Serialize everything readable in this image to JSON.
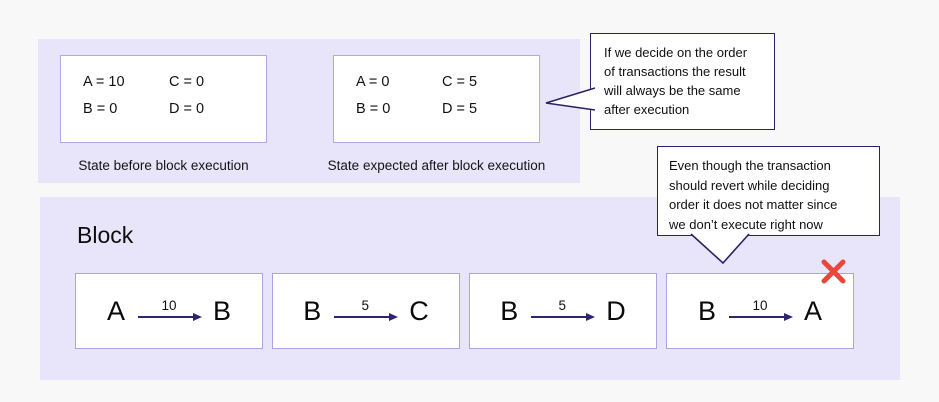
{
  "page": {
    "background": "#f8f8f9"
  },
  "colors": {
    "panel": "#e8e4f9",
    "card_border": "#b1a9e0",
    "callout_border": "#2d2166",
    "arrow": "#2e2472",
    "reject_x": "#e8483b"
  },
  "states_section": {
    "cards": [
      {
        "values": [
          "A = 10",
          "C = 0",
          "B = 0",
          "D = 0"
        ],
        "caption": "State before block execution"
      },
      {
        "values": [
          "A = 0",
          "C = 5",
          "B = 0",
          "D = 5"
        ],
        "caption": "State expected after block execution"
      }
    ]
  },
  "callouts": [
    {
      "lines": [
        "If we decide on the order",
        "of transactions the result",
        "will always be the same",
        "after execution"
      ]
    },
    {
      "lines": [
        "Even though the transaction",
        "should revert while deciding",
        "order it does not matter since",
        "we don’t execute right now"
      ]
    }
  ],
  "block_section": {
    "title": "Block",
    "transactions": [
      {
        "from": "A",
        "amount": "10",
        "to": "B",
        "rejected": false
      },
      {
        "from": "B",
        "amount": "5",
        "to": "C",
        "rejected": false
      },
      {
        "from": "B",
        "amount": "5",
        "to": "D",
        "rejected": false
      },
      {
        "from": "B",
        "amount": "10",
        "to": "A",
        "rejected": true
      }
    ]
  }
}
